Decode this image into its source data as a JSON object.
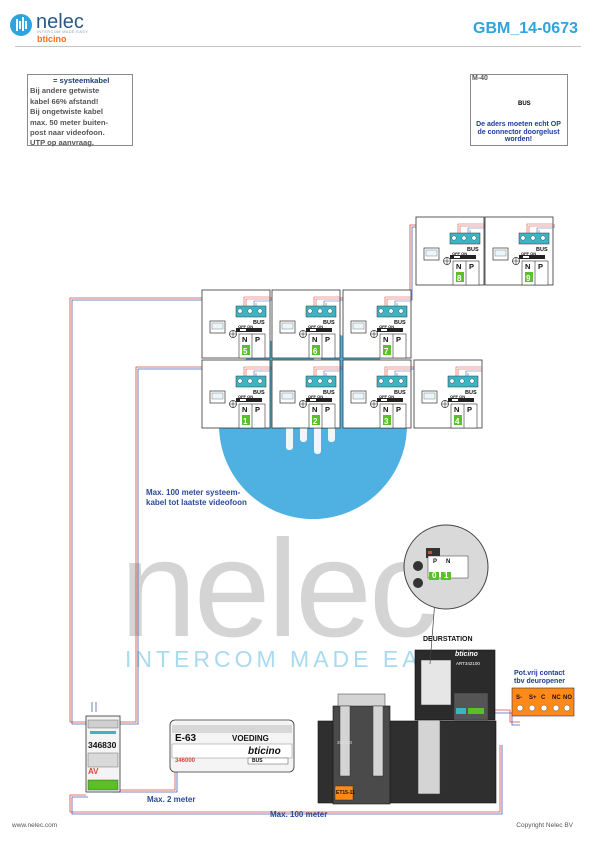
{
  "header": {
    "brand_name": "nelec",
    "brand_tagline": "INTERCOM MADE EASY",
    "brand_sub": "bticino",
    "doc_code": "GBM_14-0673"
  },
  "note": {
    "title": "= systeemkabel",
    "lines": [
      "Bij andere getwiste",
      "kabel 66% afstand!",
      "Bij ongetwiste kabel",
      "max. 50 meter buiten-",
      "post naar videofoon.",
      "UTP op aanvraag."
    ]
  },
  "m40": {
    "title": "M-40",
    "bus_label": "BUS",
    "note": "De aders moeten echt OP de connector doorgelust worden!"
  },
  "videophones": {
    "bus_label": "BUS",
    "switch_label": "OFF ON",
    "np_labels": [
      "N",
      "P"
    ],
    "units": [
      {
        "num": "8"
      },
      {
        "num": "9"
      },
      {
        "num": "5"
      },
      {
        "num": "6"
      },
      {
        "num": "7"
      },
      {
        "num": "1"
      },
      {
        "num": "2"
      },
      {
        "num": "3"
      },
      {
        "num": "4"
      }
    ]
  },
  "labels": {
    "max100_system": [
      "Max. 100 meter systeem-",
      "kabel tot laatste videofoon"
    ],
    "max2": "Max. 2 meter",
    "max100": "Max. 100 meter",
    "deurstation": "DEURSTATION",
    "contact": [
      "Pot.vrij contact",
      "tbv deuropener"
    ]
  },
  "av_module": {
    "code": "346830",
    "name": "AV"
  },
  "power_supply": {
    "name": "E-63",
    "label": "VOEDING",
    "code": "346000",
    "brand": "bticino",
    "terminal": "BUS"
  },
  "door_station": {
    "brand": "bticino",
    "model": "ART342100",
    "module_code": "352040",
    "terminal_label": "ET15-11"
  },
  "detail": {
    "np_labels": [
      "P",
      "N"
    ],
    "digits": [
      "0",
      "1"
    ]
  },
  "contact_terminals": [
    "S-",
    "S+",
    "C",
    "NC",
    "NO"
  ],
  "watermark": {
    "text": "nelec",
    "tag": "INTERCOM MADE EASY"
  },
  "footer": {
    "left": "www.nelec.com",
    "right": "Copyright Nelec BV"
  },
  "colors": {
    "accent": "#2fa3dd",
    "brand_orange": "#ff6b1a",
    "label_blue": "#2a4a9a",
    "terminal_teal": "#3ab5c4",
    "number_green": "#5bbf2a",
    "cable_red": "#d6483b",
    "cable_blue": "#4a62b8"
  }
}
